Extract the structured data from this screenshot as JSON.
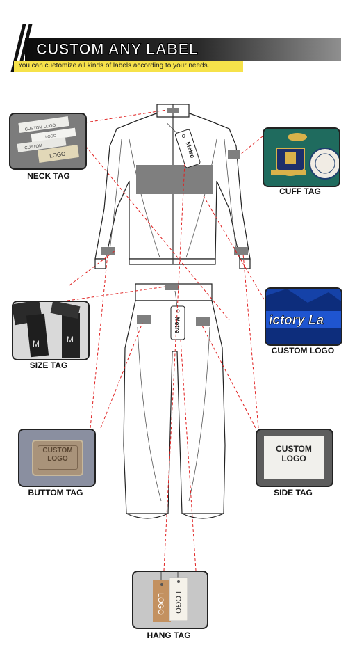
{
  "header": {
    "title": "CUSTOM ANY LABEL",
    "subtitle": "You can cuetomize all kinds of labels according to your needs."
  },
  "labels": {
    "neck": "NECK TAG",
    "cuff": "CUFF TAG",
    "size": "SIZE TAG",
    "custom_logo": "CUSTOM LOGO",
    "buttom": "BUTTOM TAG",
    "side": "SIDE TAG",
    "hang": "HANG TAG"
  },
  "thumb_text": {
    "neck_lines": [
      "CUSTOM LOGO",
      "LOGO",
      "CUSTOM",
      "LOGO"
    ],
    "size_letter": "M",
    "patch_text": "CUSTOM LOGO",
    "side_text": "CUSTOM LOGO",
    "hang_text_left": "LOGO",
    "hang_text_right": "LOGO",
    "logo_art_text": "ictory La"
  },
  "brand_tag_text": "Metre",
  "colors": {
    "accent_yellow": "#f6e24a",
    "guide_line_red": "#e02020",
    "placement_gray": "#7f7f7f"
  }
}
